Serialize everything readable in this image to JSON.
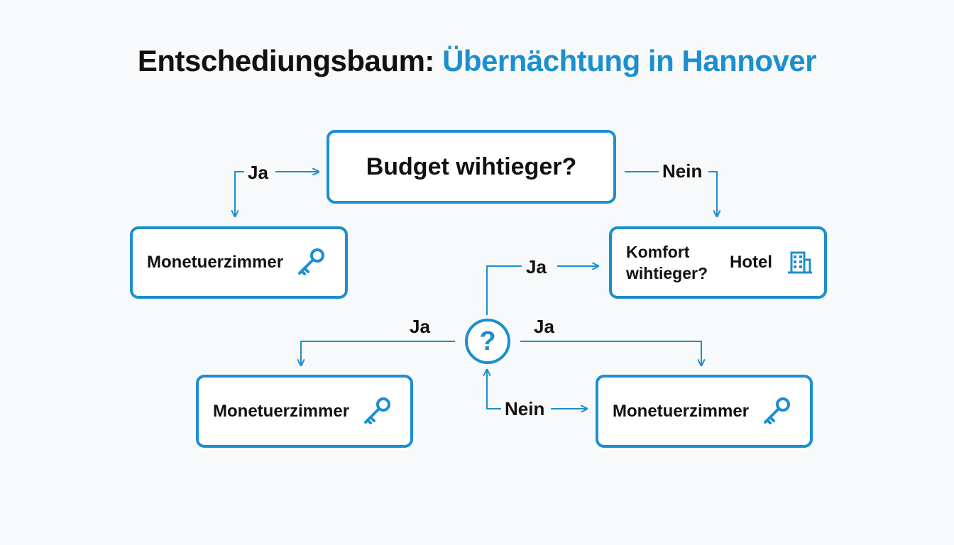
{
  "title": {
    "main": "Entschediungsbaum: ",
    "accent": "Übernächtung in Hannover"
  },
  "root": {
    "question": "Budget wihtieger?"
  },
  "nodes": {
    "left": {
      "label": "Monetuerzimmer",
      "icon": "key-icon"
    },
    "right": {
      "question": "Komfort wihtieger?",
      "option": "Hotel",
      "icon": "hotel-building-icon"
    },
    "bottom_left": {
      "label": "Monetuerzimmer",
      "icon": "key-icon"
    },
    "bottom_right": {
      "label": "Monetuerzimmer",
      "icon": "key-icon"
    }
  },
  "decision_symbol": "?",
  "edges": {
    "root_left": "Ja",
    "root_right": "Nein",
    "q_up": "Ja",
    "q_left": "Ja",
    "q_right": "Ja",
    "q_bottom": "Nein"
  },
  "colors": {
    "accent": "#1b8fcf",
    "text": "#111111",
    "background": "#f7f9fa"
  }
}
